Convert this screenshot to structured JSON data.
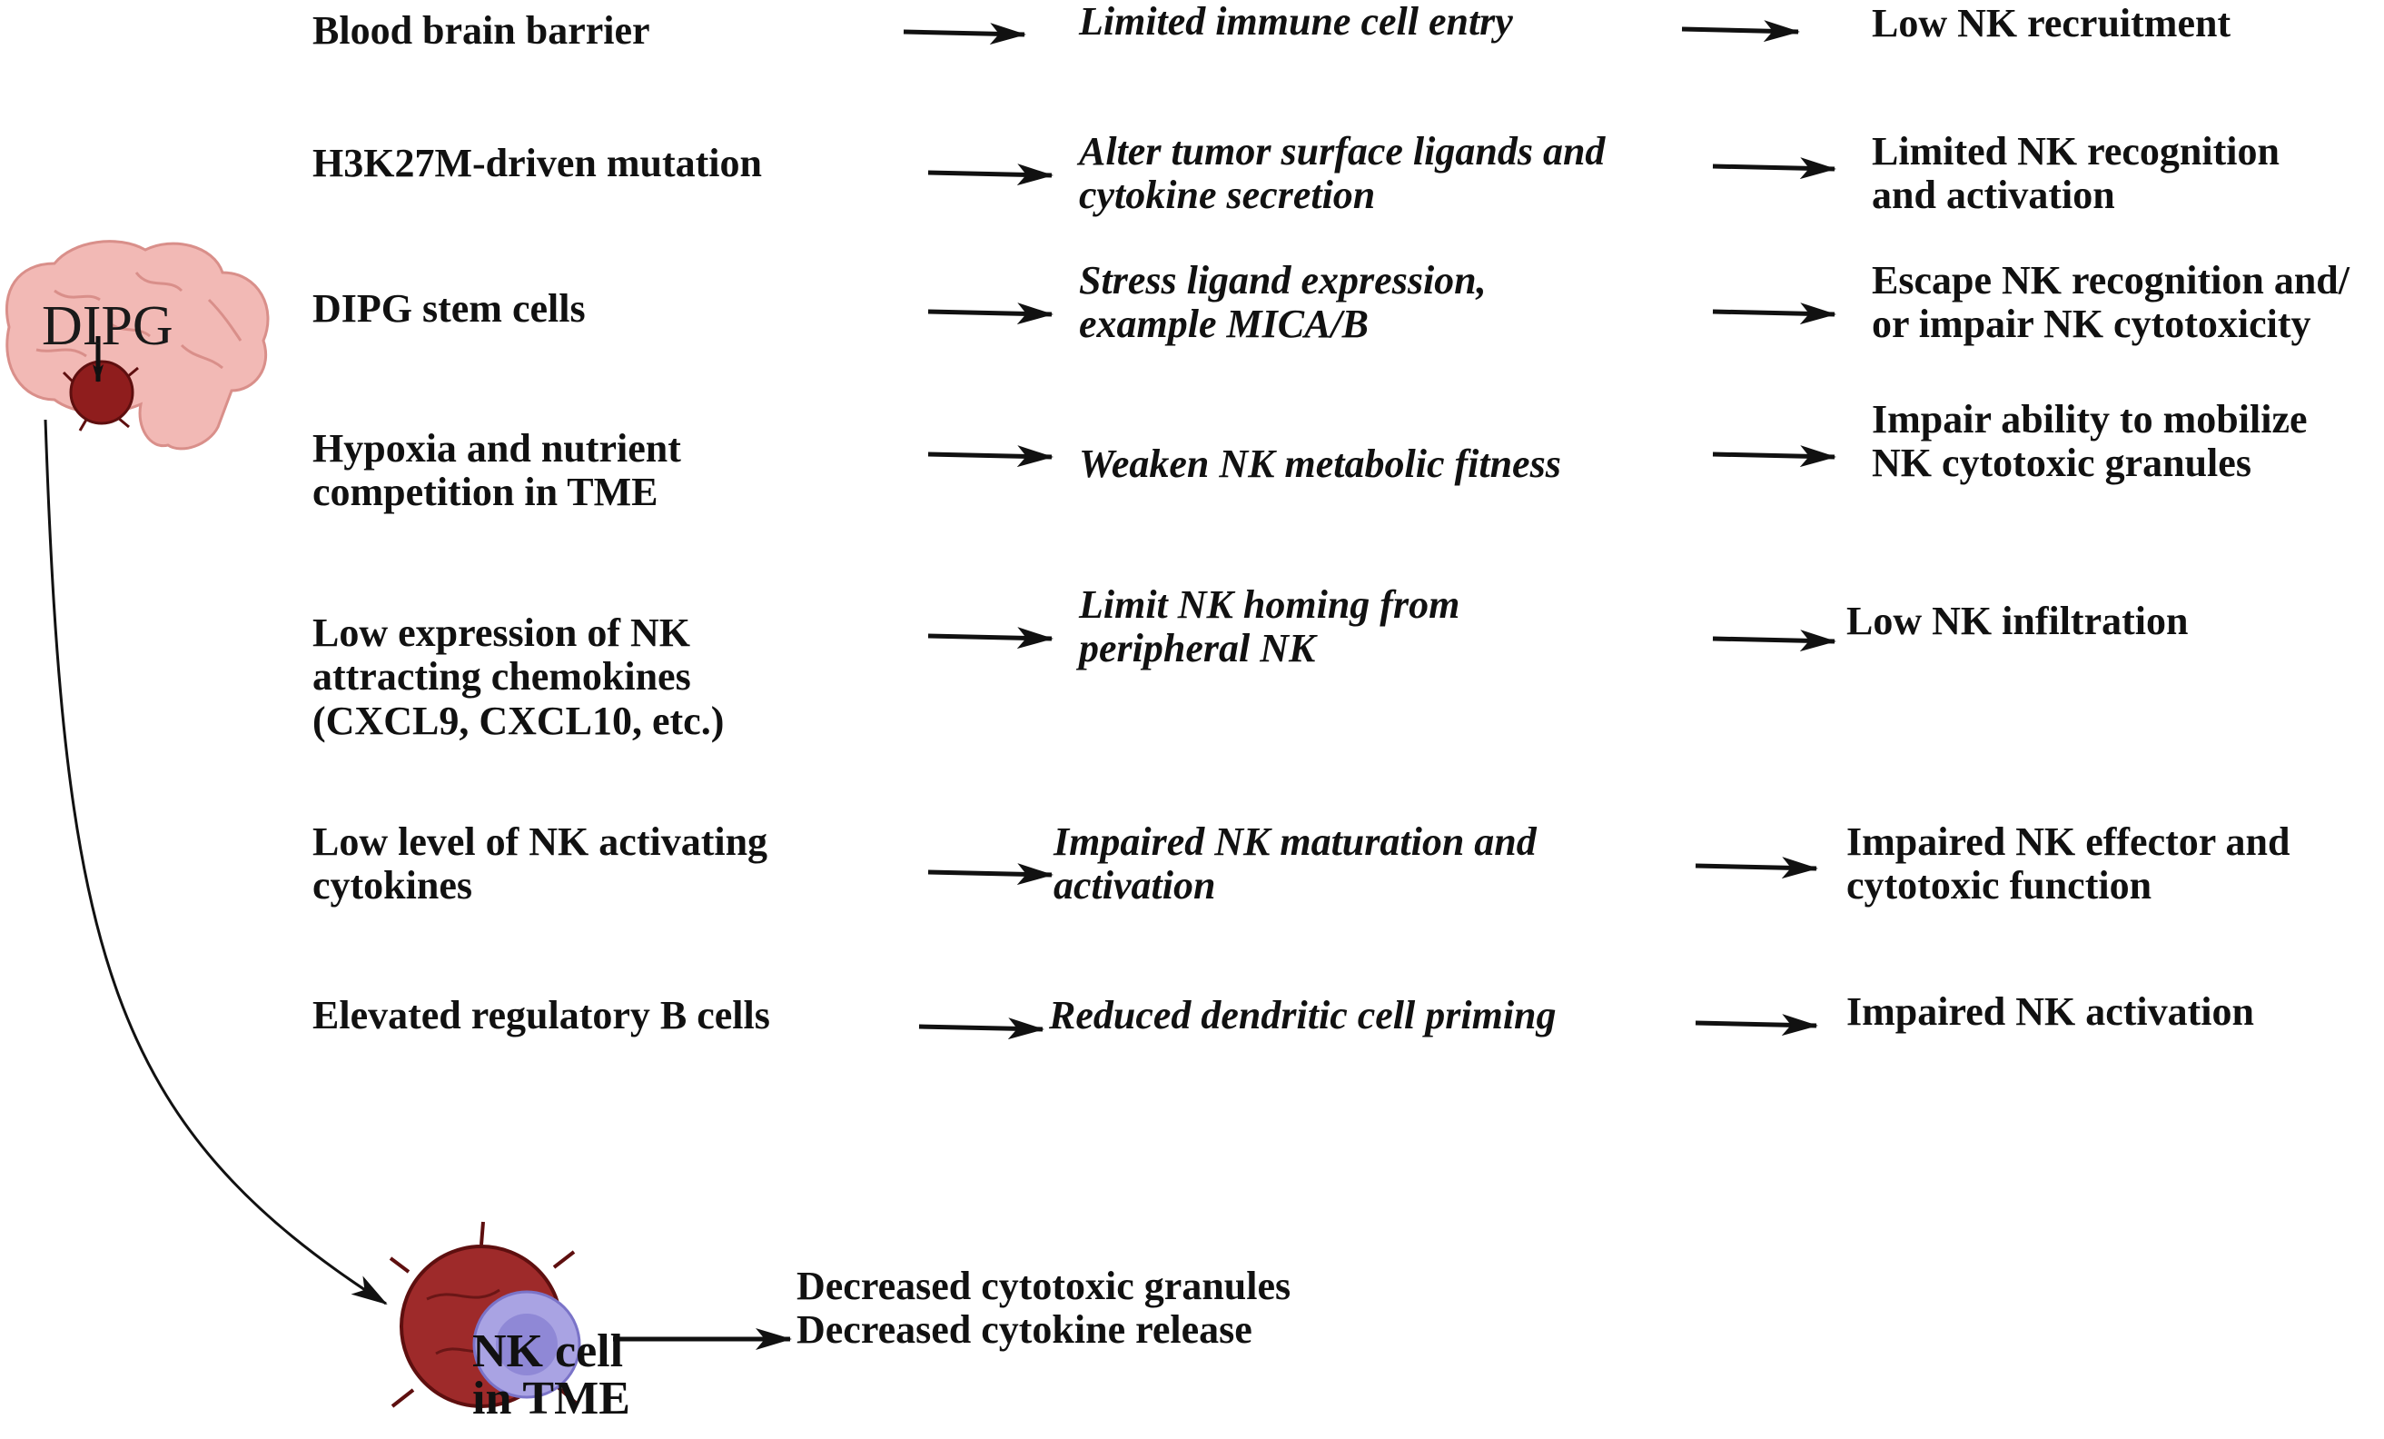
{
  "diagram": {
    "source_label": "DIPG",
    "rows": [
      {
        "cause": "Blood brain barrier",
        "effect": "Limited immune cell entry",
        "outcome": "Low NK recruitment"
      },
      {
        "cause": "H3K27M-driven mutation",
        "effect": "Alter tumor surface ligands and\ncytokine secretion",
        "outcome": "Limited NK recognition\nand activation"
      },
      {
        "cause": "DIPG stem cells",
        "effect": "Stress ligand expression,\nexample MICA/B",
        "outcome": "Escape NK recognition and/\nor impair NK cytotoxicity"
      },
      {
        "cause": "Hypoxia and nutrient\ncompetition in TME",
        "effect": "Weaken NK metabolic fitness",
        "outcome": "Impair ability to mobilize\nNK cytotoxic granules"
      },
      {
        "cause": "Low expression of NK\nattracting chemokines\n(CXCL9, CXCL10, etc.)",
        "effect": "Limit NK homing from\nperipheral NK",
        "outcome": "Low NK infiltration"
      },
      {
        "cause": "Low level of NK activating\ncytokines",
        "effect": "Impaired NK maturation and\nactivation",
        "outcome": "Impaired NK effector and\ncytotoxic function"
      },
      {
        "cause": "Elevated regulatory B cells",
        "effect": "Reduced dendritic cell priming",
        "outcome": "Impaired NK activation"
      }
    ],
    "nk_cell": {
      "label": "NK cell\nin TME",
      "outcomes": [
        "Decreased cytotoxic granules",
        "Decreased cytokine release"
      ]
    },
    "colors": {
      "text": "#111111",
      "brain": "#f2b9b5",
      "brain_outline": "#d98f8a",
      "tumor": "#8f1d1d",
      "nk_cell": "#a9a3e3"
    }
  }
}
